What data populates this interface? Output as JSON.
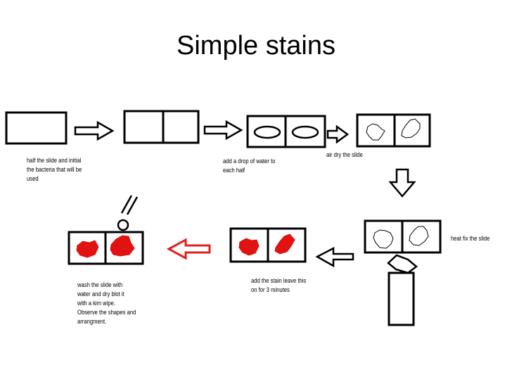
{
  "title": "Simple stains",
  "colors": {
    "stroke": "#000000",
    "stain": "#e01212",
    "highlight_arrow": "#e02020"
  },
  "captions": {
    "step1": "half the slide and initial\nthe bacteria that will be\nused",
    "step2": "add a drop of water to\neach half",
    "step3": "air dry  the slide",
    "step4": "heat fix the slide",
    "step5": "add  the stain leave this\non for 3 minutes",
    "step6": "wash the slide with\nwater and dry blot it\nwith a kim wipe.\nObserve the shapes and\narrangment."
  }
}
